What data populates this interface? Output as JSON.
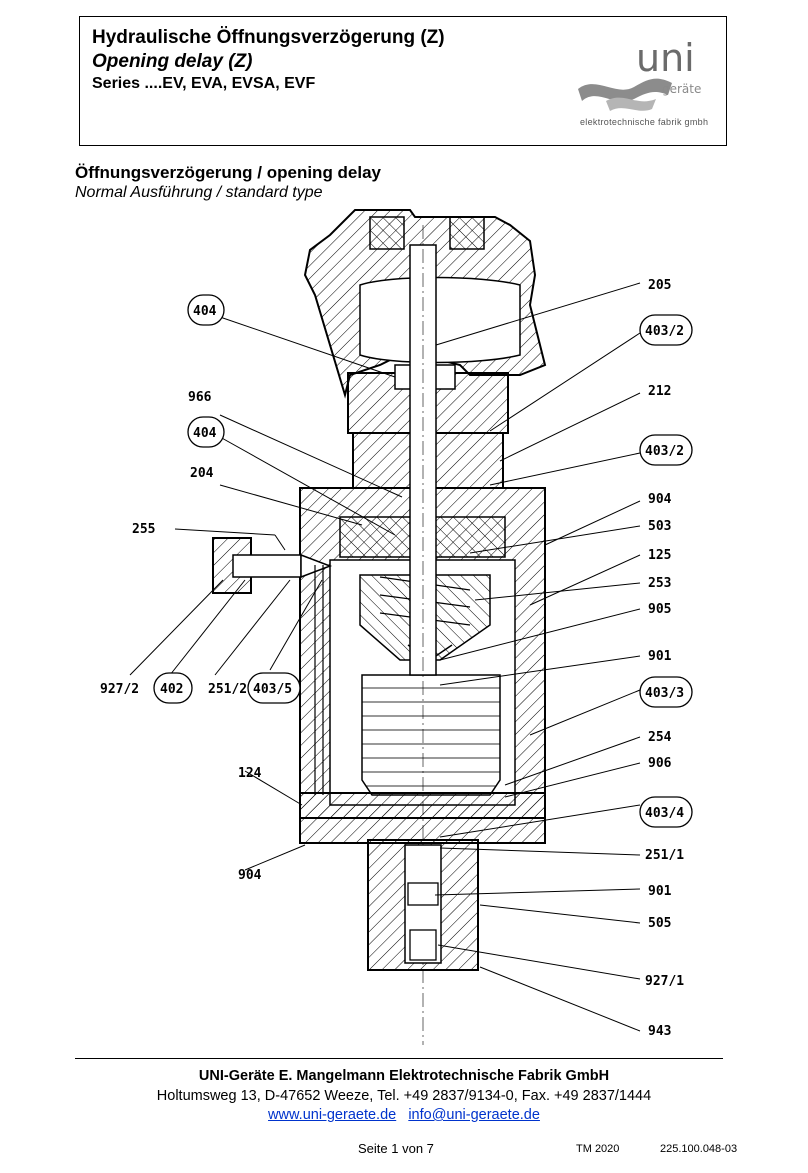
{
  "header": {
    "title_de": "Hydraulische Öffnungsverzögerung (Z)",
    "title_en": "Opening delay (Z)",
    "series": "Series ....EV, EVA, EVSA, EVF",
    "logo_main": "uni",
    "logo_word": "geräte",
    "logo_tagline": "elektrotechnische fabrik gmbh"
  },
  "section": {
    "title": "Öffnungsverzögerung / opening delay",
    "subtitle": "Normal Ausführung / standard type"
  },
  "drawing_labels": {
    "l205": "205",
    "l404a": "404",
    "l403_2a": "403/2",
    "l966": "966",
    "l212": "212",
    "l404b": "404",
    "l403_2b": "403/2",
    "l204": "204",
    "l904a": "904",
    "l503": "503",
    "l255": "255",
    "l125": "125",
    "l253": "253",
    "l905": "905",
    "l901a": "901",
    "l927_2": "927/2",
    "l402": "402",
    "l251_2": "251/2",
    "l403_5": "403/5",
    "l403_3": "403/3",
    "l254": "254",
    "l124": "124",
    "l906": "906",
    "l403_4": "403/4",
    "l904b": "904",
    "l251_1": "251/1",
    "l901b": "901",
    "l505": "505",
    "l927_1": "927/1",
    "l943": "943"
  },
  "footer": {
    "company": "UNI-Geräte E. Mangelmann Elektrotechnische Fabrik GmbH",
    "address": "Holtumsweg 13, D-47652 Weeze, Tel. +49 2837/9134-0, Fax. +49 2837/1444",
    "website": "www.uni-geraete.de",
    "email": "info@uni-geraete.de",
    "page": "Seite 1 von 7",
    "tm": "TM 2020",
    "doc_no": "225.100.048-03"
  }
}
